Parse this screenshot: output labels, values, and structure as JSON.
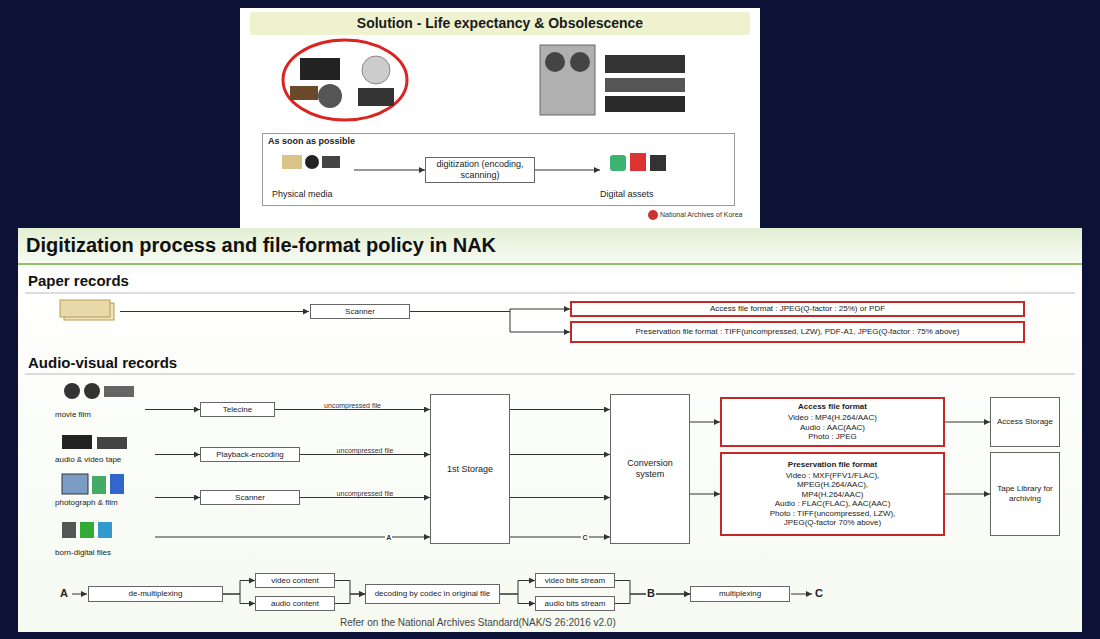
{
  "diagram": {
    "caption": "Refer on the National Archives Standard(NAK/S 26:2016 v2.0)",
    "nodes": [
      {
        "text": [
          "Solution - Life expectancy & Obsolescence"
        ]
      },
      {
        "text": [
          "As soon as possible"
        ],
        "in": 0
      },
      {
        "text": [
          "Physical media"
        ],
        "in": 1
      },
      {
        "text": [
          "digitization (encoding, scanning)"
        ],
        "in": 1
      },
      {
        "text": [
          "Digital assets"
        ],
        "in": 1
      },
      {
        "text": [
          "Digitization process and file-format policy in NAK"
        ]
      },
      {
        "text": [
          "Scanner"
        ],
        "in": 5
      },
      {
        "text": [
          "Access file format : JPEG(Q-factor : 25%) or PDF"
        ],
        "in": 5
      },
      {
        "text": [
          "Preservation file format : TIFF(uncompressed, LZW), PDF-A1, JPEG(Q-factor : 75% above)"
        ],
        "in": 5
      },
      {
        "text": [
          "movie film"
        ],
        "in": 5
      },
      {
        "text": [
          "Telecine"
        ],
        "in": 5
      },
      {
        "text": [
          "audio & video tape"
        ],
        "in": 5
      },
      {
        "text": [
          "Playback-encoding"
        ],
        "in": 5
      },
      {
        "text": [
          "photograph & film"
        ],
        "in": 5
      },
      {
        "text": [
          "Scanner"
        ],
        "in": 5
      },
      {
        "text": [
          "born-digital files"
        ],
        "in": 5
      },
      {
        "text": [
          "1st Storage"
        ],
        "in": 5
      },
      {
        "text": [
          "Conversion system"
        ],
        "in": 5
      },
      {
        "text": [
          "Access file format",
          "Video : MP4(H.264/AAC)",
          "Audio : AAC(AAC)",
          "Photo : JPEG"
        ],
        "in": 5
      },
      {
        "text": [
          "Access Storage"
        ],
        "in": 5
      },
      {
        "text": [
          "Preservation file format",
          "Video : MXF(FFV1/FLAC),",
          "MPEG(H.264/AAC),",
          "MP4(H.264/AAC)",
          "Audio : FLAC(FLAC), AAC(AAC)",
          "Photo : TIFF(uncompressed, LZW),",
          "JPEG(Q-factor 70% above)"
        ],
        "in": 5
      },
      {
        "text": [
          "Tape Library for archiving"
        ],
        "in": 5
      },
      {
        "text": [
          "de-multiplexing"
        ],
        "in": 5
      },
      {
        "text": [
          "video content"
        ],
        "in": 5
      },
      {
        "text": [
          "audio content"
        ],
        "in": 5
      },
      {
        "text": [
          "decoding by codec in original file"
        ],
        "in": 5
      },
      {
        "text": [
          "video bits stream"
        ],
        "in": 5
      },
      {
        "text": [
          "audio bits stream"
        ],
        "in": 5
      },
      {
        "text": [
          "multiplexing"
        ],
        "in": 5
      }
    ],
    "edges": [
      {
        "from": 2,
        "to": 3,
        "arrow": "to"
      },
      {
        "from": 3,
        "to": 4,
        "arrow": "to"
      },
      {
        "from": 6,
        "to": 7,
        "arrow": "to"
      },
      {
        "from": 6,
        "to": 8,
        "arrow": "to"
      },
      {
        "from": 9,
        "to": 10,
        "arrow": "to"
      },
      {
        "from": 10,
        "to": 16,
        "arrow": "to",
        "label": "uncompressed file"
      },
      {
        "from": 11,
        "to": 12,
        "arrow": "to"
      },
      {
        "from": 12,
        "to": 16,
        "arrow": "to",
        "label": "uncompressed file"
      },
      {
        "from": 13,
        "to": 14,
        "arrow": "to"
      },
      {
        "from": 14,
        "to": 16,
        "arrow": "to",
        "label": "uncompressed file"
      },
      {
        "from": 15,
        "to": 16,
        "arrow": "to",
        "label": "A"
      },
      {
        "from": 16,
        "to": 17,
        "arrow": "to"
      },
      {
        "from": 16,
        "to": 17,
        "arrow": "to"
      },
      {
        "from": 16,
        "to": 17,
        "arrow": "to"
      },
      {
        "from": 16,
        "to": 17,
        "arrow": "to",
        "label": "C"
      },
      {
        "from": 17,
        "to": 18,
        "arrow": "to"
      },
      {
        "from": 17,
        "to": 20,
        "arrow": "to"
      },
      {
        "from": 18,
        "to": 19,
        "arrow": "to"
      },
      {
        "from": 20,
        "to": 21,
        "arrow": "to"
      },
      {
        "from": 22,
        "to": 23,
        "arrow": "to"
      },
      {
        "from": 22,
        "to": 24,
        "arrow": "to"
      },
      {
        "from": 23,
        "to": 25,
        "arrow": "to"
      },
      {
        "from": 24,
        "to": 25,
        "arrow": "to"
      },
      {
        "from": 25,
        "to": 26,
        "arrow": "to"
      },
      {
        "from": 25,
        "to": 27,
        "arrow": "to"
      },
      {
        "from": 26,
        "to": 28,
        "arrow": "to"
      },
      {
        "from": 27,
        "to": 28,
        "arrow": "to"
      }
    ],
    "labels": [
      "National Archives of Korea",
      "Paper records",
      "Audio-visual records",
      "A",
      "B",
      "C"
    ]
  }
}
